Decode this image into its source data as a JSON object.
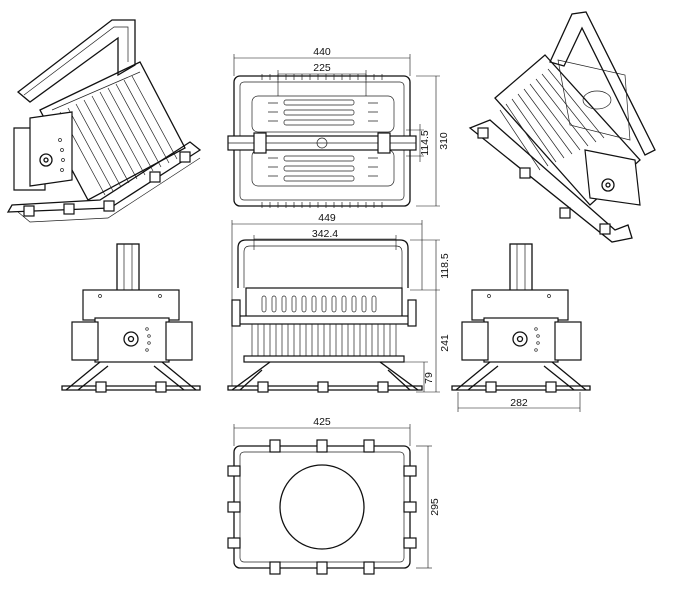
{
  "dimensions": {
    "top_width_outer": "440",
    "top_width_inner": "225",
    "top_height_outer": "310",
    "top_height_inner": "114.5",
    "front_width_outer": "449",
    "front_width_inner": "342.4",
    "front_bracket_height": "118.5",
    "front_body_height": "241",
    "front_base_height": "79",
    "side_width": "282",
    "bottom_width": "425",
    "bottom_height": "295"
  }
}
